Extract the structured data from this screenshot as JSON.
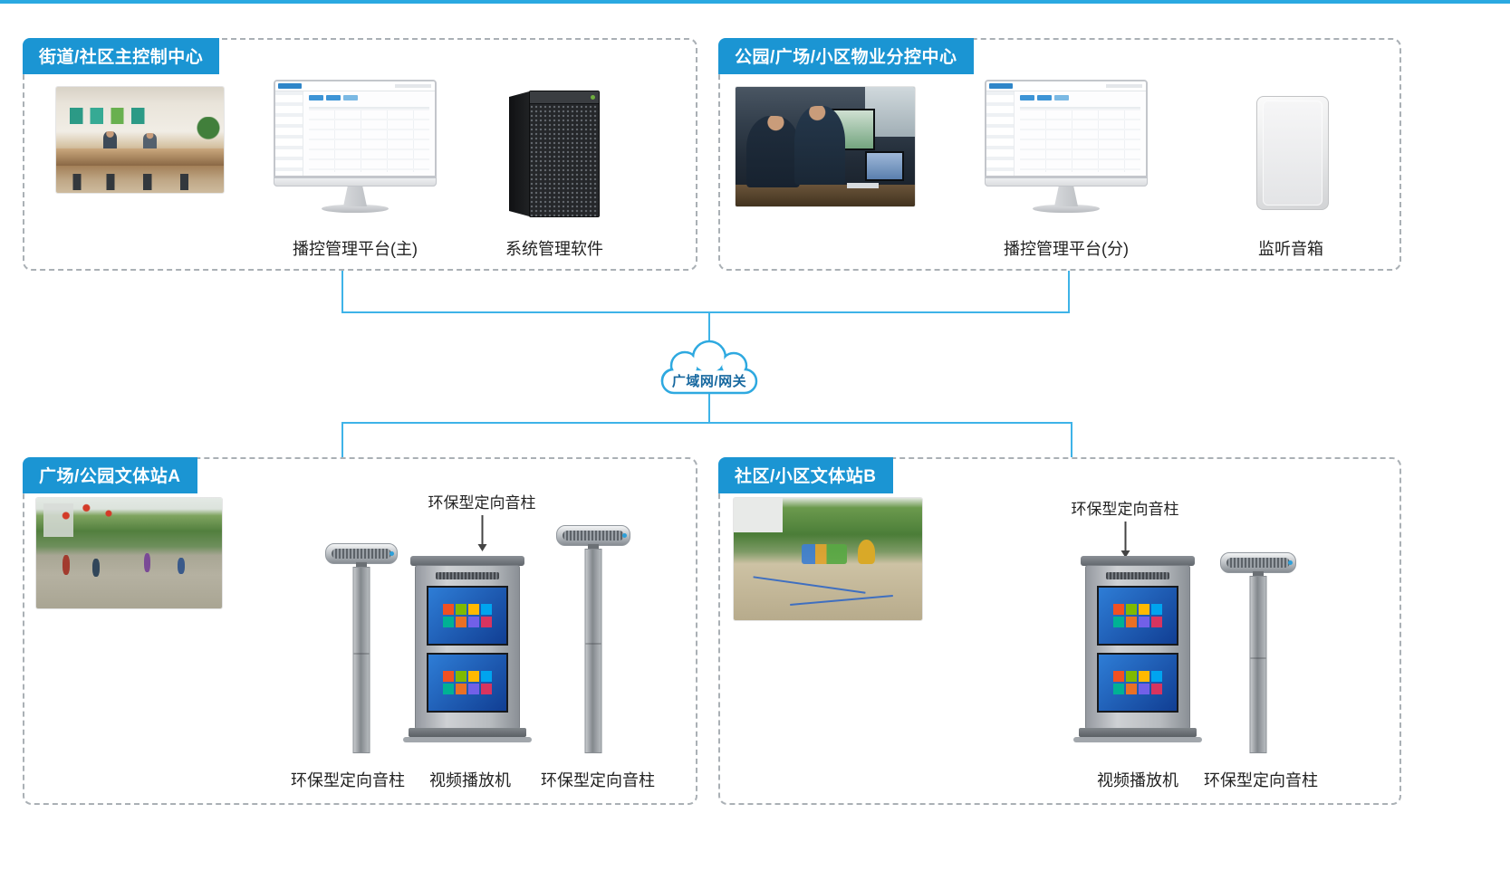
{
  "colors": {
    "panel_header_bg": "#1b95d3",
    "connector_line": "#3eb3e8",
    "cloud_outline": "#2ea9e0",
    "cloud_text": "#17689f",
    "label_text": "#222222"
  },
  "cloud": {
    "label": "广域网/网关"
  },
  "panels": {
    "top_left": {
      "title": "街道/社区主控制中心",
      "devices": [
        {
          "label": "播控管理平台(主)"
        },
        {
          "label": "系统管理软件"
        }
      ]
    },
    "top_right": {
      "title": "公园/广场/小区物业分控中心",
      "devices": [
        {
          "label": "播控管理平台(分)"
        },
        {
          "label": "监听音箱"
        }
      ]
    },
    "bottom_left": {
      "title": "广场/公园文体站A",
      "annotation": "环保型定向音柱",
      "devices": [
        {
          "label": "环保型定向音柱"
        },
        {
          "label": "视频播放机"
        },
        {
          "label": "环保型定向音柱"
        }
      ]
    },
    "bottom_right": {
      "title": "社区/小区文体站B",
      "annotation": "环保型定向音柱",
      "devices": [
        {
          "label": "视频播放机"
        },
        {
          "label": "环保型定向音柱"
        }
      ]
    }
  }
}
